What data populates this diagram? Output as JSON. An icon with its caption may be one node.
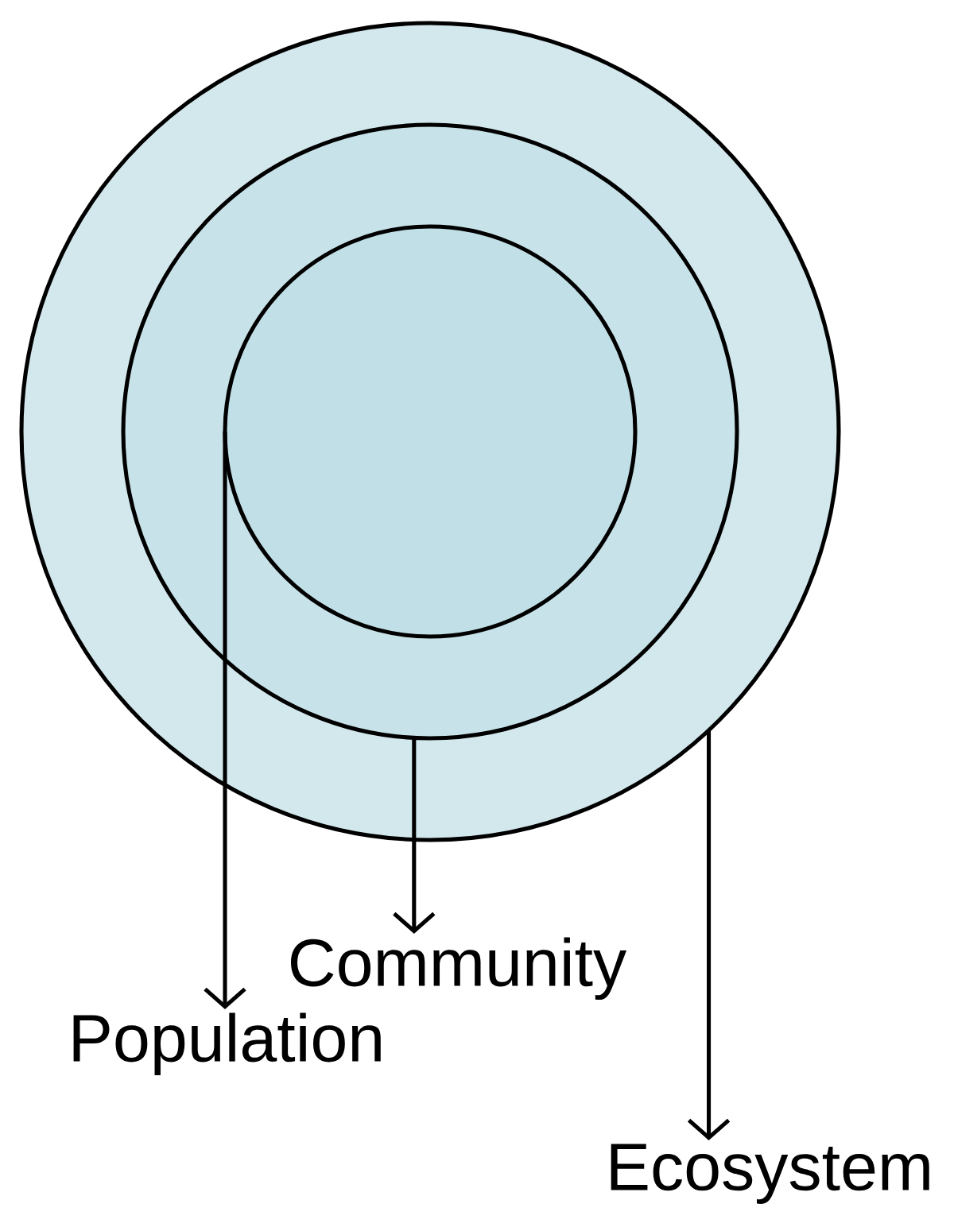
{
  "diagram": {
    "nodes": [
      {
        "text": [],
        "shape": "circle"
      },
      {
        "text": [],
        "shape": "circle",
        "in": 0
      },
      {
        "text": [],
        "shape": "circle",
        "in": 1
      },
      {
        "text": [
          "Population"
        ]
      },
      {
        "text": [
          "Community"
        ]
      },
      {
        "text": [
          "Ecosystem"
        ]
      }
    ],
    "edges": [
      {
        "from": 2,
        "to": 3,
        "arrow": "to"
      },
      {
        "from": 1,
        "to": 4,
        "arrow": "to"
      },
      {
        "from": 0,
        "to": 5,
        "arrow": "to"
      }
    ]
  }
}
